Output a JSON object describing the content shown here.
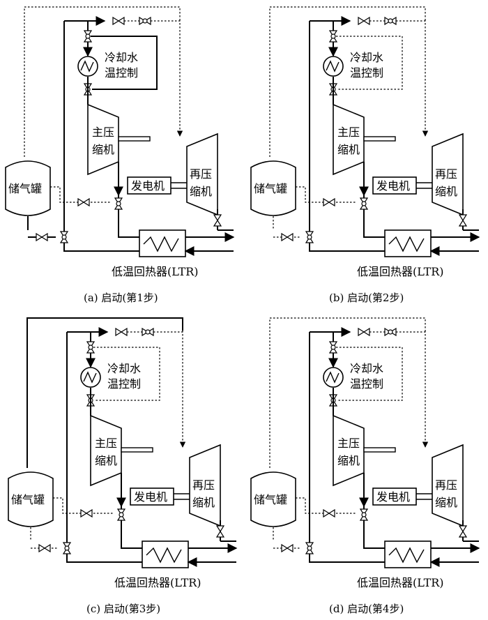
{
  "labels": {
    "cooler": [
      "冷却水",
      "温控制"
    ],
    "main_compressor": [
      "主压",
      "缩机"
    ],
    "recompressor": [
      "再压",
      "缩机"
    ],
    "tank": "储气罐",
    "generator": "发电机",
    "ltr": "低温回热器(LTR)"
  },
  "panels": [
    {
      "id": "a",
      "caption": "(a) 启动(第1步)",
      "loop": "active",
      "topline": "dotted",
      "tank_out": "active"
    },
    {
      "id": "b",
      "caption": "(b) 启动(第2步)",
      "loop": "dotted",
      "topline": "dotted",
      "tank_out": "dotted"
    },
    {
      "id": "c",
      "caption": "(c) 启动(第3步)",
      "loop": "dotted",
      "topline": "active",
      "tank_out": "dotted"
    },
    {
      "id": "d",
      "caption": "(d) 启动(第4步)",
      "loop": "dotted",
      "topline": "dotted",
      "tank_out": "dotted"
    }
  ]
}
